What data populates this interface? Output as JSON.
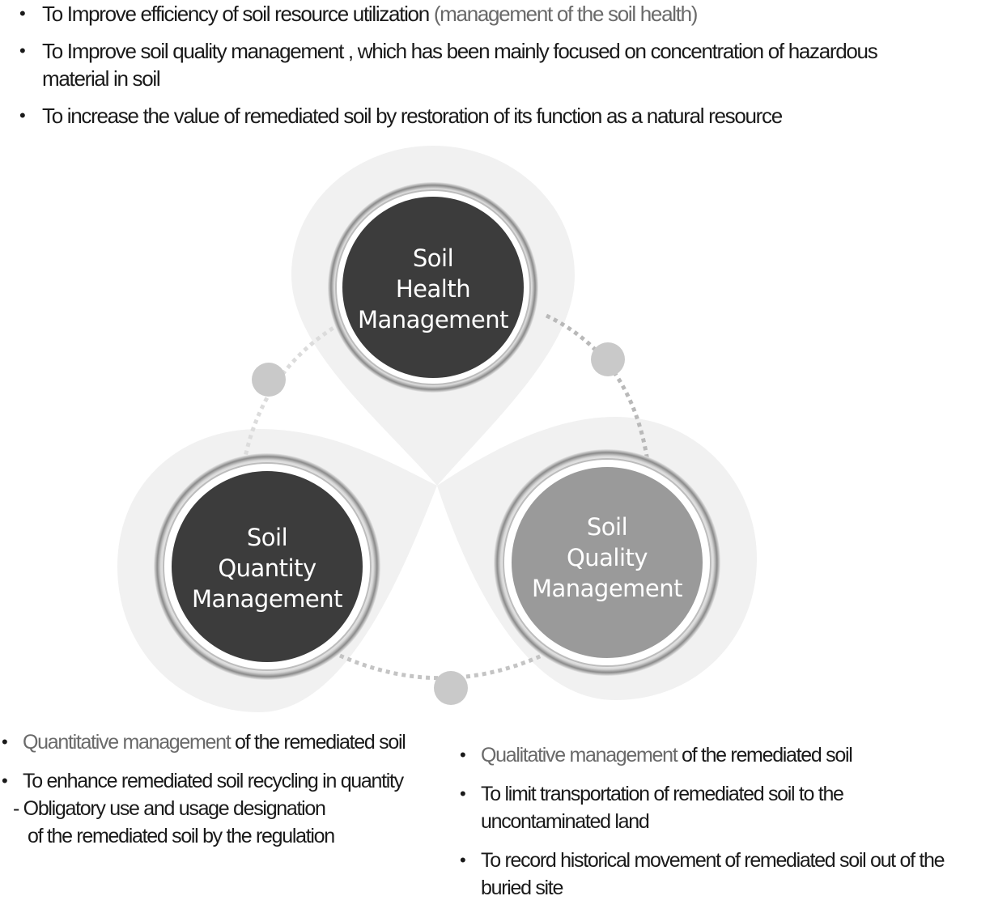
{
  "top_bullets": [
    {
      "text": "To Improve efficiency  of soil resource utilization ",
      "note": "(management of the soil health)"
    },
    {
      "text": "To Improve soil quality management , which has been mainly focused on concentration of hazardous material in soil"
    },
    {
      "text": "To increase the value of remediated soil by restoration of its function as a natural resource"
    }
  ],
  "nodes": {
    "health": {
      "line1": "Soil",
      "line2": "Health",
      "line3": "Management"
    },
    "quantity": {
      "line1": "Soil",
      "line2": "Quantity",
      "line3": "Management"
    },
    "quality": {
      "line1": "Soil",
      "line2": "Quality",
      "line3": "Management"
    }
  },
  "colors": {
    "dark_node": "#3c3c3c",
    "light_node": "#9a9a9a",
    "halo": "#f1f1f1",
    "connector_dot": "#c9c9c9"
  },
  "left_bullets": [
    {
      "muted": "Quantitative management",
      "text": " of the remediated soil"
    },
    {
      "text": "To enhance remediated soil recycling in quantity",
      "sub1": "- Obligatory use and usage designation",
      "sub2": "of the remediated soil by the regulation"
    }
  ],
  "right_bullets": [
    {
      "muted": "Qualitative management",
      "text": " of  the remediated soil"
    },
    {
      "text": "To limit transportation of remediated soil to the uncontaminated land"
    },
    {
      "text": "To record historical movement of remediated soil out of the buried site"
    }
  ]
}
